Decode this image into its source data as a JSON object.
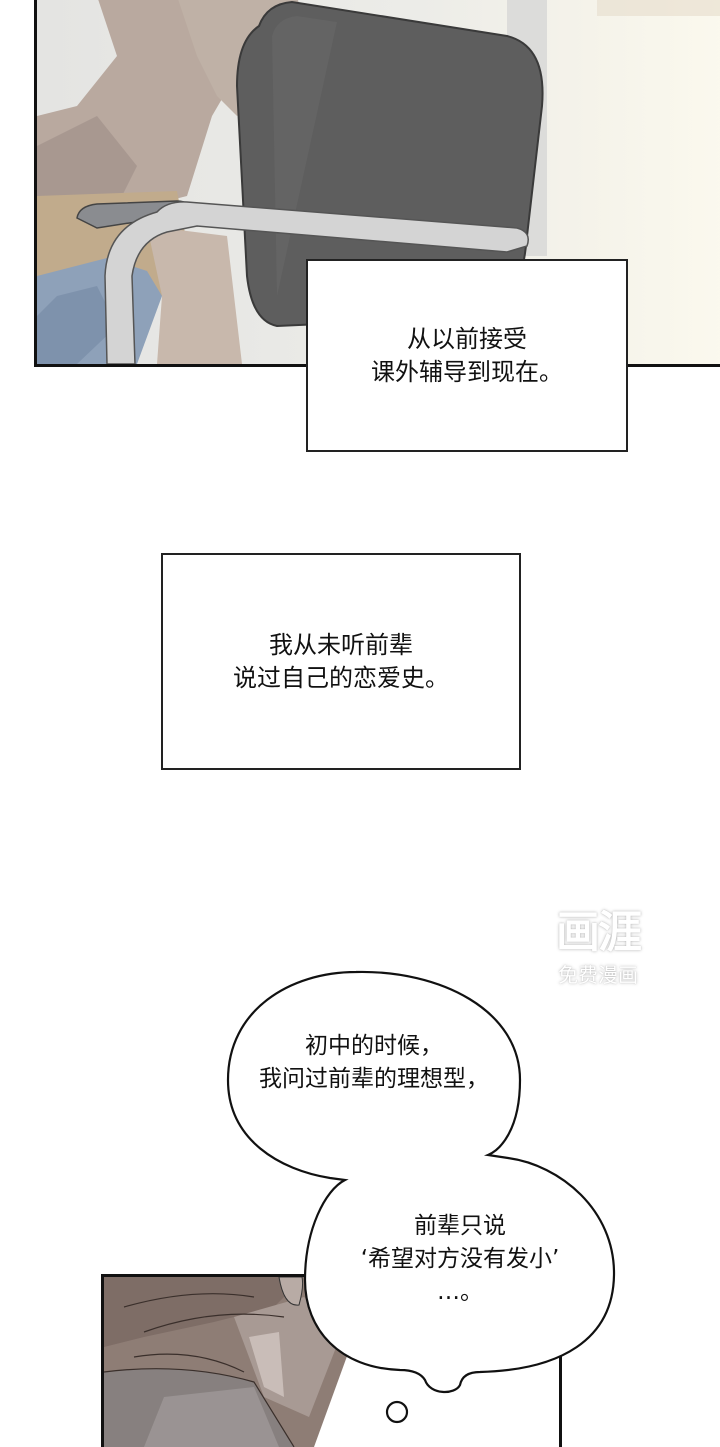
{
  "comic": {
    "panels": [
      {
        "id": "panel-1",
        "description": "Back of a person in a plaid shirt sitting on a dark gray office chair with white armrest frame",
        "colors": {
          "chair": "#5f5f5f",
          "shirt": "#b5a59a",
          "armrest": "#d6d6d6",
          "jeans": "#8da0b8",
          "background": "#ecece8"
        }
      },
      {
        "id": "panel-bottom",
        "description": "Close-up of a person's shoulder and hair in brown/gray tones",
        "colors": {
          "hair": "#8a7a72",
          "shirt": "#8c8585"
        }
      }
    ],
    "captions": [
      {
        "id": "caption-1",
        "lines": [
          "从以前接受",
          "课外辅导到现在。"
        ]
      },
      {
        "id": "caption-2",
        "lines": [
          "我从未听前辈",
          "说过自己的恋爱史。"
        ]
      }
    ],
    "speech_bubbles": [
      {
        "id": "bubble-1",
        "lines": [
          "初中的时候，",
          "我问过前辈的理想型，"
        ]
      },
      {
        "id": "bubble-2",
        "lines": [
          "前辈只说",
          "‘希望对方没有发小’",
          "…。"
        ]
      }
    ],
    "watermark": {
      "logo": "画涯",
      "subtitle": "免费漫画"
    }
  }
}
